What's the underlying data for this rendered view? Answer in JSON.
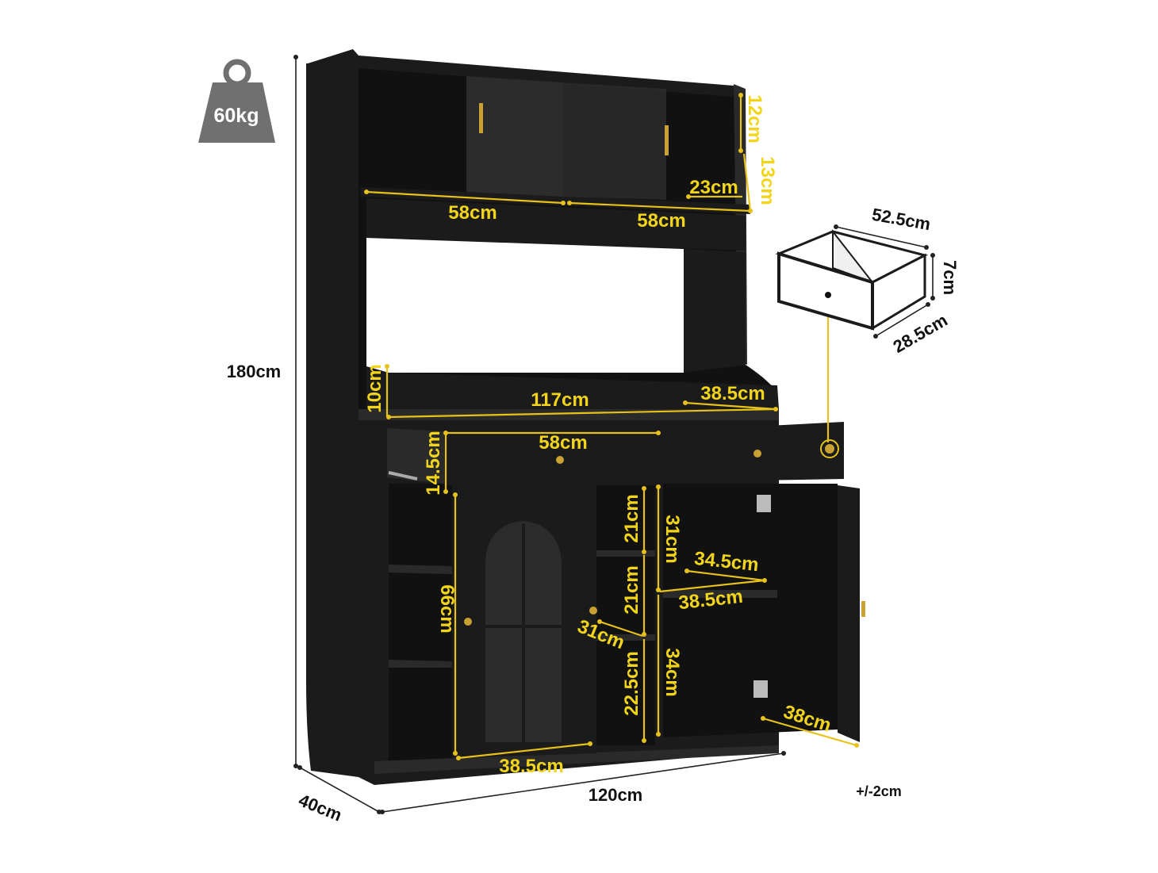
{
  "weight": {
    "label": "60kg",
    "icon": "weight-icon"
  },
  "tolerance": "+/-2cm",
  "colors": {
    "cabinet": "#1b1b1b",
    "dimension": "#e6c21a",
    "label": "#f2d51b",
    "hardware": "#c9a233"
  },
  "dimensions": {
    "height_total": "180cm",
    "depth_total": "40cm",
    "width_total": "120cm",
    "hutch_side_top": "12cm",
    "hutch_side_bottom": "13cm",
    "hutch_shelf_depth": "23cm",
    "hutch_left_width": "58cm",
    "hutch_right_width": "58cm",
    "backsplash_height": "10cm",
    "counter_width": "117cm",
    "counter_depth": "38.5cm",
    "drawer_width": "58cm",
    "drawer_height": "14.5cm",
    "left_cabinet_height": "66cm",
    "middle_upper_height": "21cm",
    "middle_lower_height": "21cm",
    "middle_shelf_depth": "31cm",
    "middle_bottom_height": "22.5cm",
    "door_width": "38.5cm",
    "right_upper_height": "31cm",
    "right_shelf_depth": "34.5cm",
    "right_inner_width": "38.5cm",
    "right_lower_height": "34cm",
    "right_door_width": "38cm"
  },
  "drawer_detail": {
    "width": "52.5cm",
    "height": "7cm",
    "depth": "28.5cm"
  }
}
